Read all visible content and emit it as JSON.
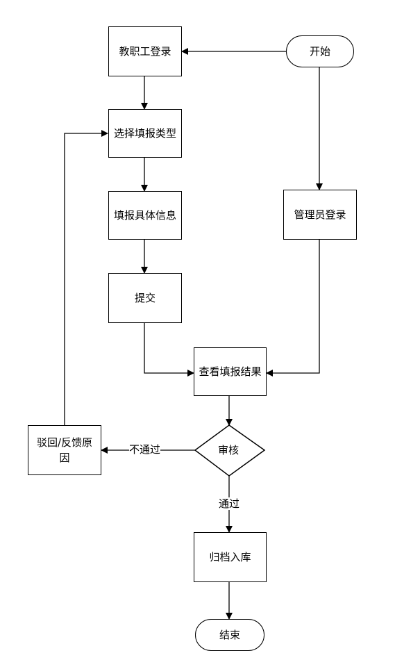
{
  "nodes": {
    "start": "开始",
    "staff_login": "教职工登录",
    "select_type": "选择填报类型",
    "fill_info": "填报具体信息",
    "submit": "提交",
    "admin_login": "管理员登录",
    "view_results": "查看填报结果",
    "review": "审核",
    "reject_feedback": "驳回/反馈原因",
    "archive": "归档入库",
    "end": "结束"
  },
  "edges": {
    "not_pass": "不通过",
    "pass": "通过"
  }
}
